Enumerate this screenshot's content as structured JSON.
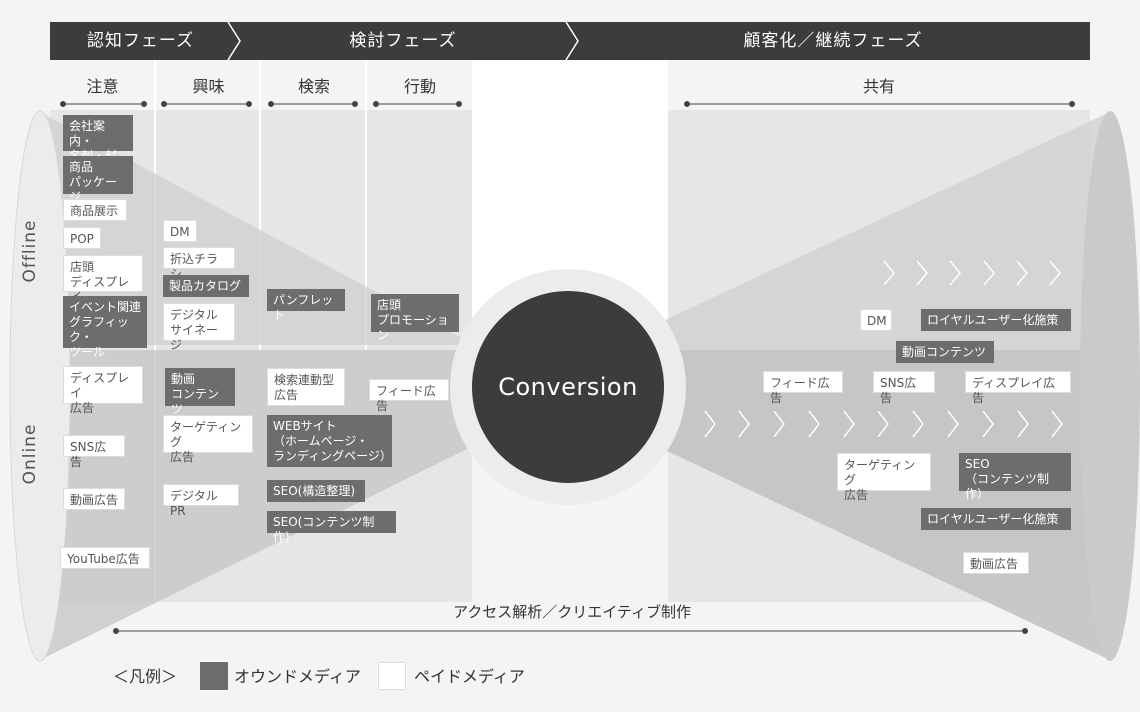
{
  "phases": {
    "awareness": "認知フェーズ",
    "consideration": "検討フェーズ",
    "retention": "顧客化／継続フェーズ"
  },
  "stages": {
    "attention": "注意",
    "interest": "興味",
    "search": "検索",
    "action": "行動",
    "share": "共有"
  },
  "side_labels": {
    "offline": "Offline",
    "online": "Online"
  },
  "center": "Conversion",
  "bottom": "アクセス解析／クリエイティブ制作",
  "legend": {
    "prefix": "＜凡例＞",
    "owned": "オウンドメディア",
    "paid": "ペイドメディア"
  },
  "colors": {
    "dark": "#3a3c3e",
    "owned": "#6b6d6f",
    "paid": "#ffffff"
  },
  "tags": {
    "t1": "会社案内・\n名刺・封筒",
    "t2": "商品\nパッケージ",
    "t3": "商品展示",
    "t4": "POP",
    "t5": "店頭\nディスプレイ",
    "t6": "イベント関連\nグラフィック・\nツール",
    "t7": "ディスプレイ\n広告",
    "t8": "SNS広告",
    "t9": "動画広告",
    "t10": "YouTube広告",
    "t11": "DM",
    "t12": "折込チラシ",
    "t13": "製品カタログ",
    "t14": "デジタル\nサイネージ",
    "t15": "動画\nコンテンツ",
    "t16": "ターゲティング\n広告",
    "t17": "デジタルPR",
    "t18": "パンフレット",
    "t19": "検索連動型\n広告",
    "t20": "WEBサイト\n（ホームページ・\nランディングページ）",
    "t21": "SEO(構造整理)",
    "t22": "SEO(コンテンツ制作)",
    "t23": "店頭\nプロモーション",
    "t24": "フィード広告",
    "t25": "DM",
    "t26": "ロイヤルユーザー化施策",
    "t27": "動画コンテンツ",
    "t28": "フィード広告",
    "t29": "SNS広告",
    "t30": "ディスプレイ広告",
    "t31": "ターゲティング\n広告",
    "t32": "SEO\n（コンテンツ制作）",
    "t33": "ロイヤルユーザー化施策",
    "t34": "動画広告"
  }
}
